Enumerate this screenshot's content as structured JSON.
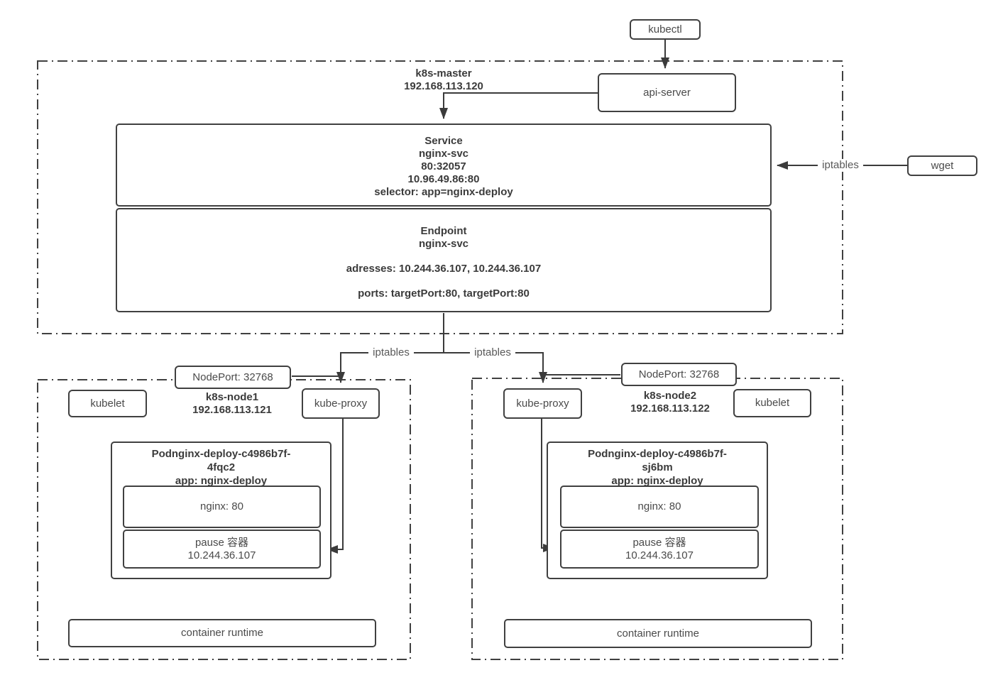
{
  "labels": {
    "kubectl": "kubectl",
    "api_server": "api-server",
    "wget": "wget",
    "iptables": "iptables",
    "nodeport": "NodePort: 32768",
    "kubelet": "kubelet",
    "kube_proxy": "kube-proxy",
    "container_runtime": "container runtime",
    "nginx_container": "nginx: 80",
    "pause_container": "pause 容器"
  },
  "master": {
    "name": "k8s-master",
    "ip": "192.168.113.120"
  },
  "service": {
    "title": "Service",
    "name": "nginx-svc",
    "port_mapping": "80:32057",
    "cluster_ip": "10.96.49.86:80",
    "selector": "selector: app=nginx-deploy"
  },
  "endpoint": {
    "title": "Endpoint",
    "name": "nginx-svc",
    "addresses": "adresses: 10.244.36.107, 10.244.36.107",
    "ports": "ports: targetPort:80, targetPort:80"
  },
  "node1": {
    "name": "k8s-node1",
    "ip": "192.168.113.121",
    "pod": {
      "name_line1": "Podnginx-deploy-c4986b7f-",
      "name_line2": "4fqc2",
      "app_label": "app: nginx-deploy",
      "pause_ip": "10.244.36.107"
    }
  },
  "node2": {
    "name": "k8s-node2",
    "ip": "192.168.113.122",
    "pod": {
      "name_line1": "Podnginx-deploy-c4986b7f-",
      "name_line2": "sj6bm",
      "app_label": "app: nginx-deploy",
      "pause_ip": "10.244.36.107"
    }
  },
  "colors": {
    "border": "#404040",
    "text": "#3b3b3b",
    "muted_label": "#595959",
    "background": "#ffffff"
  }
}
